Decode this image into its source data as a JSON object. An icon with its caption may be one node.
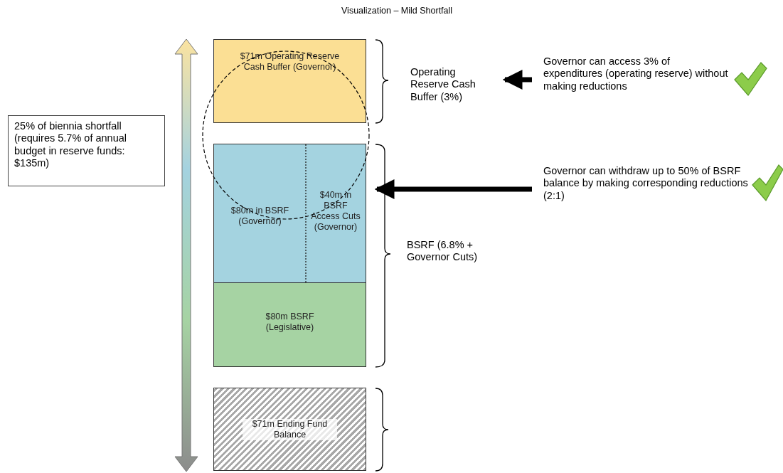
{
  "diagram": {
    "title": "Visualization – Mild Shortfall",
    "nodes": [
      {
        "text": [
          "$71m Operating Reserve Cash Buffer (Governor)"
        ]
      },
      {
        "text": [
          "$80m in BSRF (Governor)"
        ]
      },
      {
        "text": [
          "$40m in BSRF Access Cuts (Governor)"
        ]
      },
      {
        "text": [
          "$80m BSRF (Legislative)"
        ]
      },
      {
        "text": [
          "$71m Ending Fund Balance"
        ]
      },
      {
        "text": [
          "Operating Reserve Cash Buffer (3%)"
        ]
      },
      {
        "text": [
          "Governor can access 3% of expenditures (operating reserve) without making reductions"
        ]
      },
      {
        "text": [
          "Governor can withdraw up to 50% of BSRF balance by making corresponding reductions (2:1)"
        ]
      },
      {
        "text": [
          "BSRF (6.8% + Governor Cuts)"
        ]
      },
      {
        "text": [
          "25% of biennia shortfall (requires 5.7% of annual budget in reserve funds: $135m)"
        ]
      }
    ],
    "edges": [
      {
        "from": 6,
        "to": 5,
        "arrow": "to"
      },
      {
        "from": 7,
        "to": 2,
        "arrow": "to"
      }
    ]
  }
}
